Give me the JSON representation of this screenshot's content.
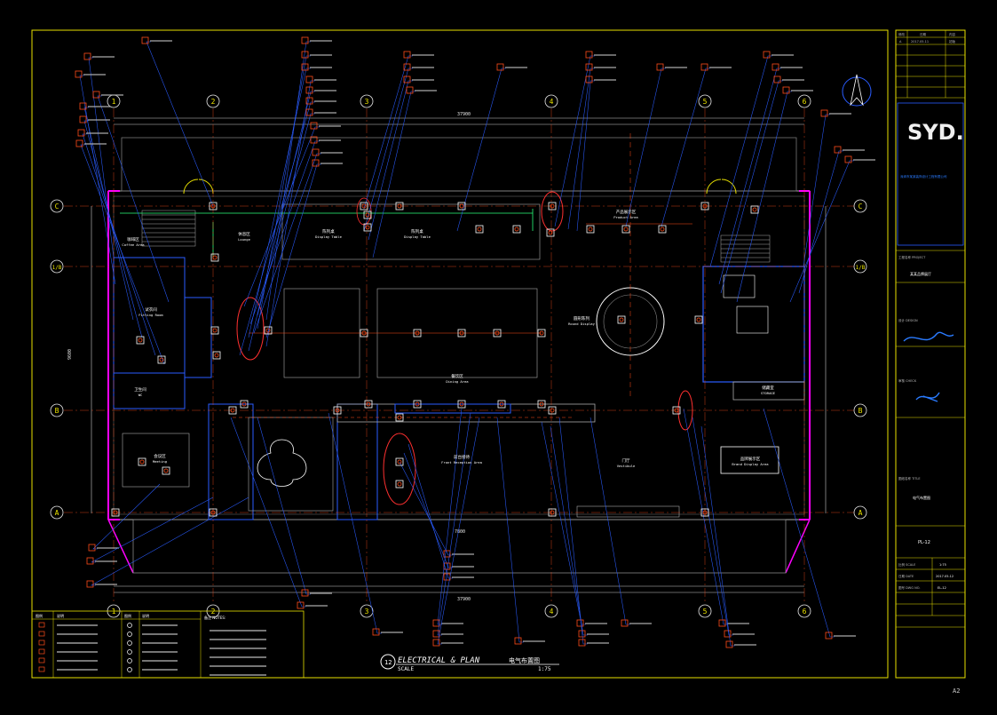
{
  "drawing": {
    "title": "ELECTRICAL & PLAN",
    "title_cn": "电气布置图",
    "scale_label": "SCALE",
    "scale_value": "1:75",
    "plan_no": "12",
    "sheet_corner": "A2"
  },
  "grid": {
    "columns": [
      "1",
      "2",
      "3",
      "4",
      "5",
      "6"
    ],
    "rows": [
      "C",
      "1/B",
      "B",
      "A"
    ]
  },
  "dimensions": {
    "top_overall": "37900",
    "bottom_overall": "37900",
    "mid_bottom": "7800",
    "left_total": "9600"
  },
  "rooms": [
    {
      "id": "coffee-left",
      "cn": "咖啡区",
      "en": "Coffee Area"
    },
    {
      "id": "fitting-room",
      "cn": "试衣间",
      "en": "Fitting Room"
    },
    {
      "id": "table-cn-1",
      "cn": "陈列桌",
      "en": "Display Table"
    },
    {
      "id": "table-cn-2",
      "cn": "陈列桌",
      "en": "Display Table"
    },
    {
      "id": "dining",
      "cn": "餐饮区",
      "en": "Dining Area"
    },
    {
      "id": "round-display",
      "cn": "圆形陈列",
      "en": "Round Display"
    },
    {
      "id": "product-area",
      "cn": "产品展示区",
      "en": "Product Area"
    },
    {
      "id": "reception",
      "cn": "前台接待",
      "en": "Front Reception Area"
    },
    {
      "id": "vestibule",
      "cn": "门厅",
      "en": "Vestibule"
    },
    {
      "id": "brand-display",
      "cn": "品牌展示区",
      "en": "Brand Display Area"
    },
    {
      "id": "storage",
      "cn": "储藏室",
      "en": "STORAGE"
    },
    {
      "id": "lounge",
      "cn": "休息区",
      "en": "Lounge"
    },
    {
      "id": "wc",
      "cn": "卫生间",
      "en": "WC"
    },
    {
      "id": "meeting",
      "cn": "会议区",
      "en": "Meeting"
    }
  ],
  "title_block": {
    "rev_header": [
      "修改",
      "日期",
      "内容"
    ],
    "rev_first": [
      "A",
      "2017.05.11",
      "初版"
    ],
    "logo": "SYD.",
    "company_note": "深圳市某某装饰设计工程有限公司",
    "project_label": "工程名称 PROJECT",
    "project_name": "某某品牌展厅",
    "drawing_label": "图纸名称 TITLE",
    "drawing_name": "电气布置图",
    "designer_label": "设计 DESIGN",
    "checker_label": "审核 CHECK",
    "scale_label": "比例 SCALE",
    "scale": "1:75",
    "date_label": "日期 DATE",
    "date": "2017.05.12",
    "sheet_label": "图号 DWG NO.",
    "sheet_no": "EL-12",
    "drawing_code": "PL-12"
  },
  "legend": {
    "header": [
      "图例",
      "说明",
      "图例",
      "说明"
    ],
    "notes_title": "备注 NOTES:"
  },
  "colors": {
    "bg": "#000000",
    "frame": "#e8e000",
    "leader": "#2a5cff",
    "wall": "#ff00ff",
    "dim": "#e8e8e8",
    "grid_label": "#e8e000",
    "symbol": "#ff4d1a",
    "furniture": "#ffffff",
    "rail": "#2aff7a"
  }
}
